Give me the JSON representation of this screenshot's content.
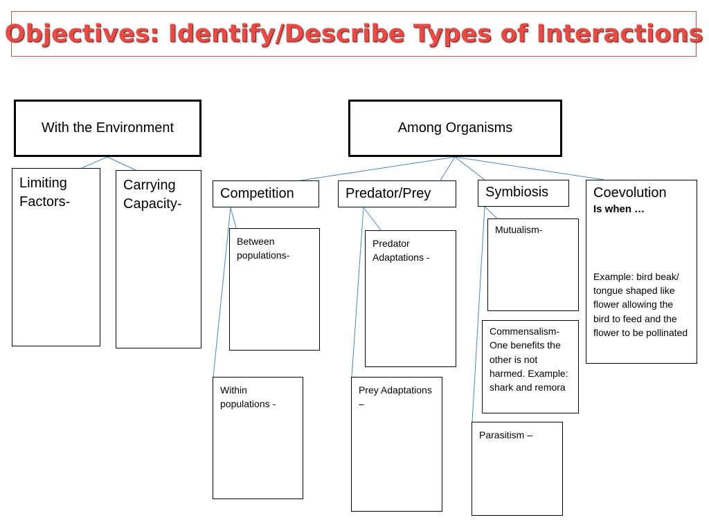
{
  "title": "Objectives: Identify/Describe Types of Interactions",
  "categories": {
    "environment": "With the Environment",
    "organisms": "Among Organisms"
  },
  "environment_items": {
    "limiting_factors": "Limiting Factors-",
    "carrying_capacity": "Carrying Capacity-"
  },
  "organism_items": {
    "competition": "Competition",
    "predator_prey": "Predator/Prey",
    "symbiosis": "Symbiosis",
    "coevolution": "Coevolution",
    "coevolution_sub": "Is when …",
    "coevolution_example": "Example: bird beak/ tongue shaped like flower allowing the bird to feed and the flower to be pollinated"
  },
  "competition_items": {
    "between": "Between populations-",
    "within": "Within populations -"
  },
  "predator_items": {
    "predator": "Predator Adaptations -",
    "prey": "Prey Adaptations –"
  },
  "symbiosis_items": {
    "mutualism": "Mutualism-",
    "commensalism": "Commensalism- One benefits the other is not harmed. Example: shark and remora",
    "parasitism": "Parasitism –"
  },
  "colors": {
    "title": "#e64b45",
    "connector": "#4f81bd"
  }
}
